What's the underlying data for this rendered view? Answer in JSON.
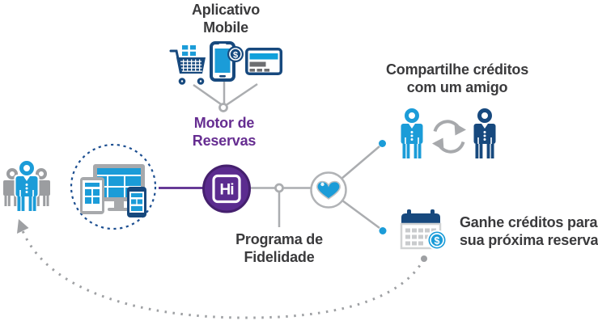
{
  "labels": {
    "aplicativo_mobile": "Aplicativo\nMobile",
    "motor_de_reservas": "Motor de\nReservas",
    "programa_de_fidelidade": "Programa de\nFidelidade",
    "compartilhe_creditos": "Compartilhe créditos\ncom um amigo",
    "ganhe_creditos": "Ganhe créditos para\nsua próxima reserva"
  },
  "symbols": {
    "dollar": "$",
    "logo": "Hi"
  },
  "colors": {
    "accent_blue": "#1B9CD8",
    "navy": "#17497E",
    "brand_purple": "#5B2C8F",
    "purple_text": "#662D91",
    "connector_gray": "#ABADB0",
    "dashed_gray": "#9EA0A3",
    "text_dark": "#3A3A3C"
  },
  "icons": {
    "people_group": "group-of-customers",
    "devices": "responsive-devices",
    "booking_engine": "hi-logo-purple-circle",
    "loyalty_heart": "heart-in-circle",
    "cart": "shopping-cart-with-gift",
    "phone_dollar": "smartphone-with-dollar-badge",
    "credit_card": "credit-card",
    "share_people": "two-people-exchange-arrows",
    "calendar_dollar": "calendar-with-dollar-badge",
    "return_arrow": "dotted-return-arrow"
  }
}
